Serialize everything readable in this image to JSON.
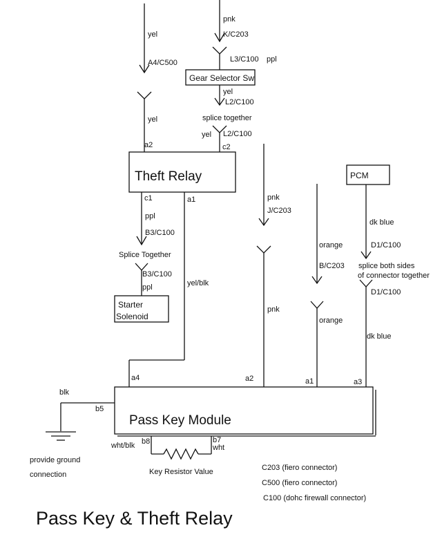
{
  "title": "Pass Key & Theft Relay",
  "components": {
    "gear_selector": "Gear Selector Sw",
    "theft_relay": "Theft Relay",
    "pcm": "PCM",
    "starter_solenoid_line1": "Starter",
    "starter_solenoid_line2": "Solenoid",
    "pass_key_module": "Pass Key Module",
    "key_resistor": "Key Resistor Value"
  },
  "wire_labels": {
    "pnk_top": "pnk",
    "k_c203": "K/C203",
    "l3_c100": "L3/C100",
    "ppl_top": "ppl",
    "yel_top": "yel",
    "a4_c500": "A4/C500",
    "yel_gear": "yel",
    "l2_c100_a": "L2/C100",
    "splice_together": "splice together",
    "yel_left_relay": "yel",
    "yel_splice": "yel",
    "l2_c100_b": "L2/C100",
    "c1": "c1",
    "a1_relay": "a1",
    "ppl_mid": "ppl",
    "b3_c100_a": "B3/C100",
    "splice_together_cap": "Splice Together",
    "b3_c100_b": "B3/C100",
    "ppl_low": "ppl",
    "yel_blk": "yel/blk",
    "pnk_mid": "pnk",
    "j_c203": "J/C203",
    "pnk_low": "pnk",
    "orange_top": "orange",
    "b_c203": "B/C203",
    "orange_low": "orange",
    "dk_blue_top": "dk blue",
    "d1_c100_a": "D1/C100",
    "splice_both_line1": "splice both sides",
    "splice_both_line2": "of connector together",
    "d1_c100_b": "D1/C100",
    "dk_blue_low": "dk blue",
    "blk": "blk",
    "wht_blk": "wht/blk",
    "wht": "wht",
    "ground_line1": "provide ground",
    "ground_line2": "connection"
  },
  "pins": {
    "a2_relay": "a2",
    "c2_relay": "c2",
    "a4": "a4",
    "a2_module": "a2",
    "a1_module": "a1",
    "a3_module": "a3",
    "b5": "b5",
    "b8": "b8",
    "b7": "b7"
  },
  "legend": {
    "c203": "C203 (fiero connector)",
    "c500": "C500 (fiero connector)",
    "c100": "C100 (dohc firewall connector)"
  }
}
